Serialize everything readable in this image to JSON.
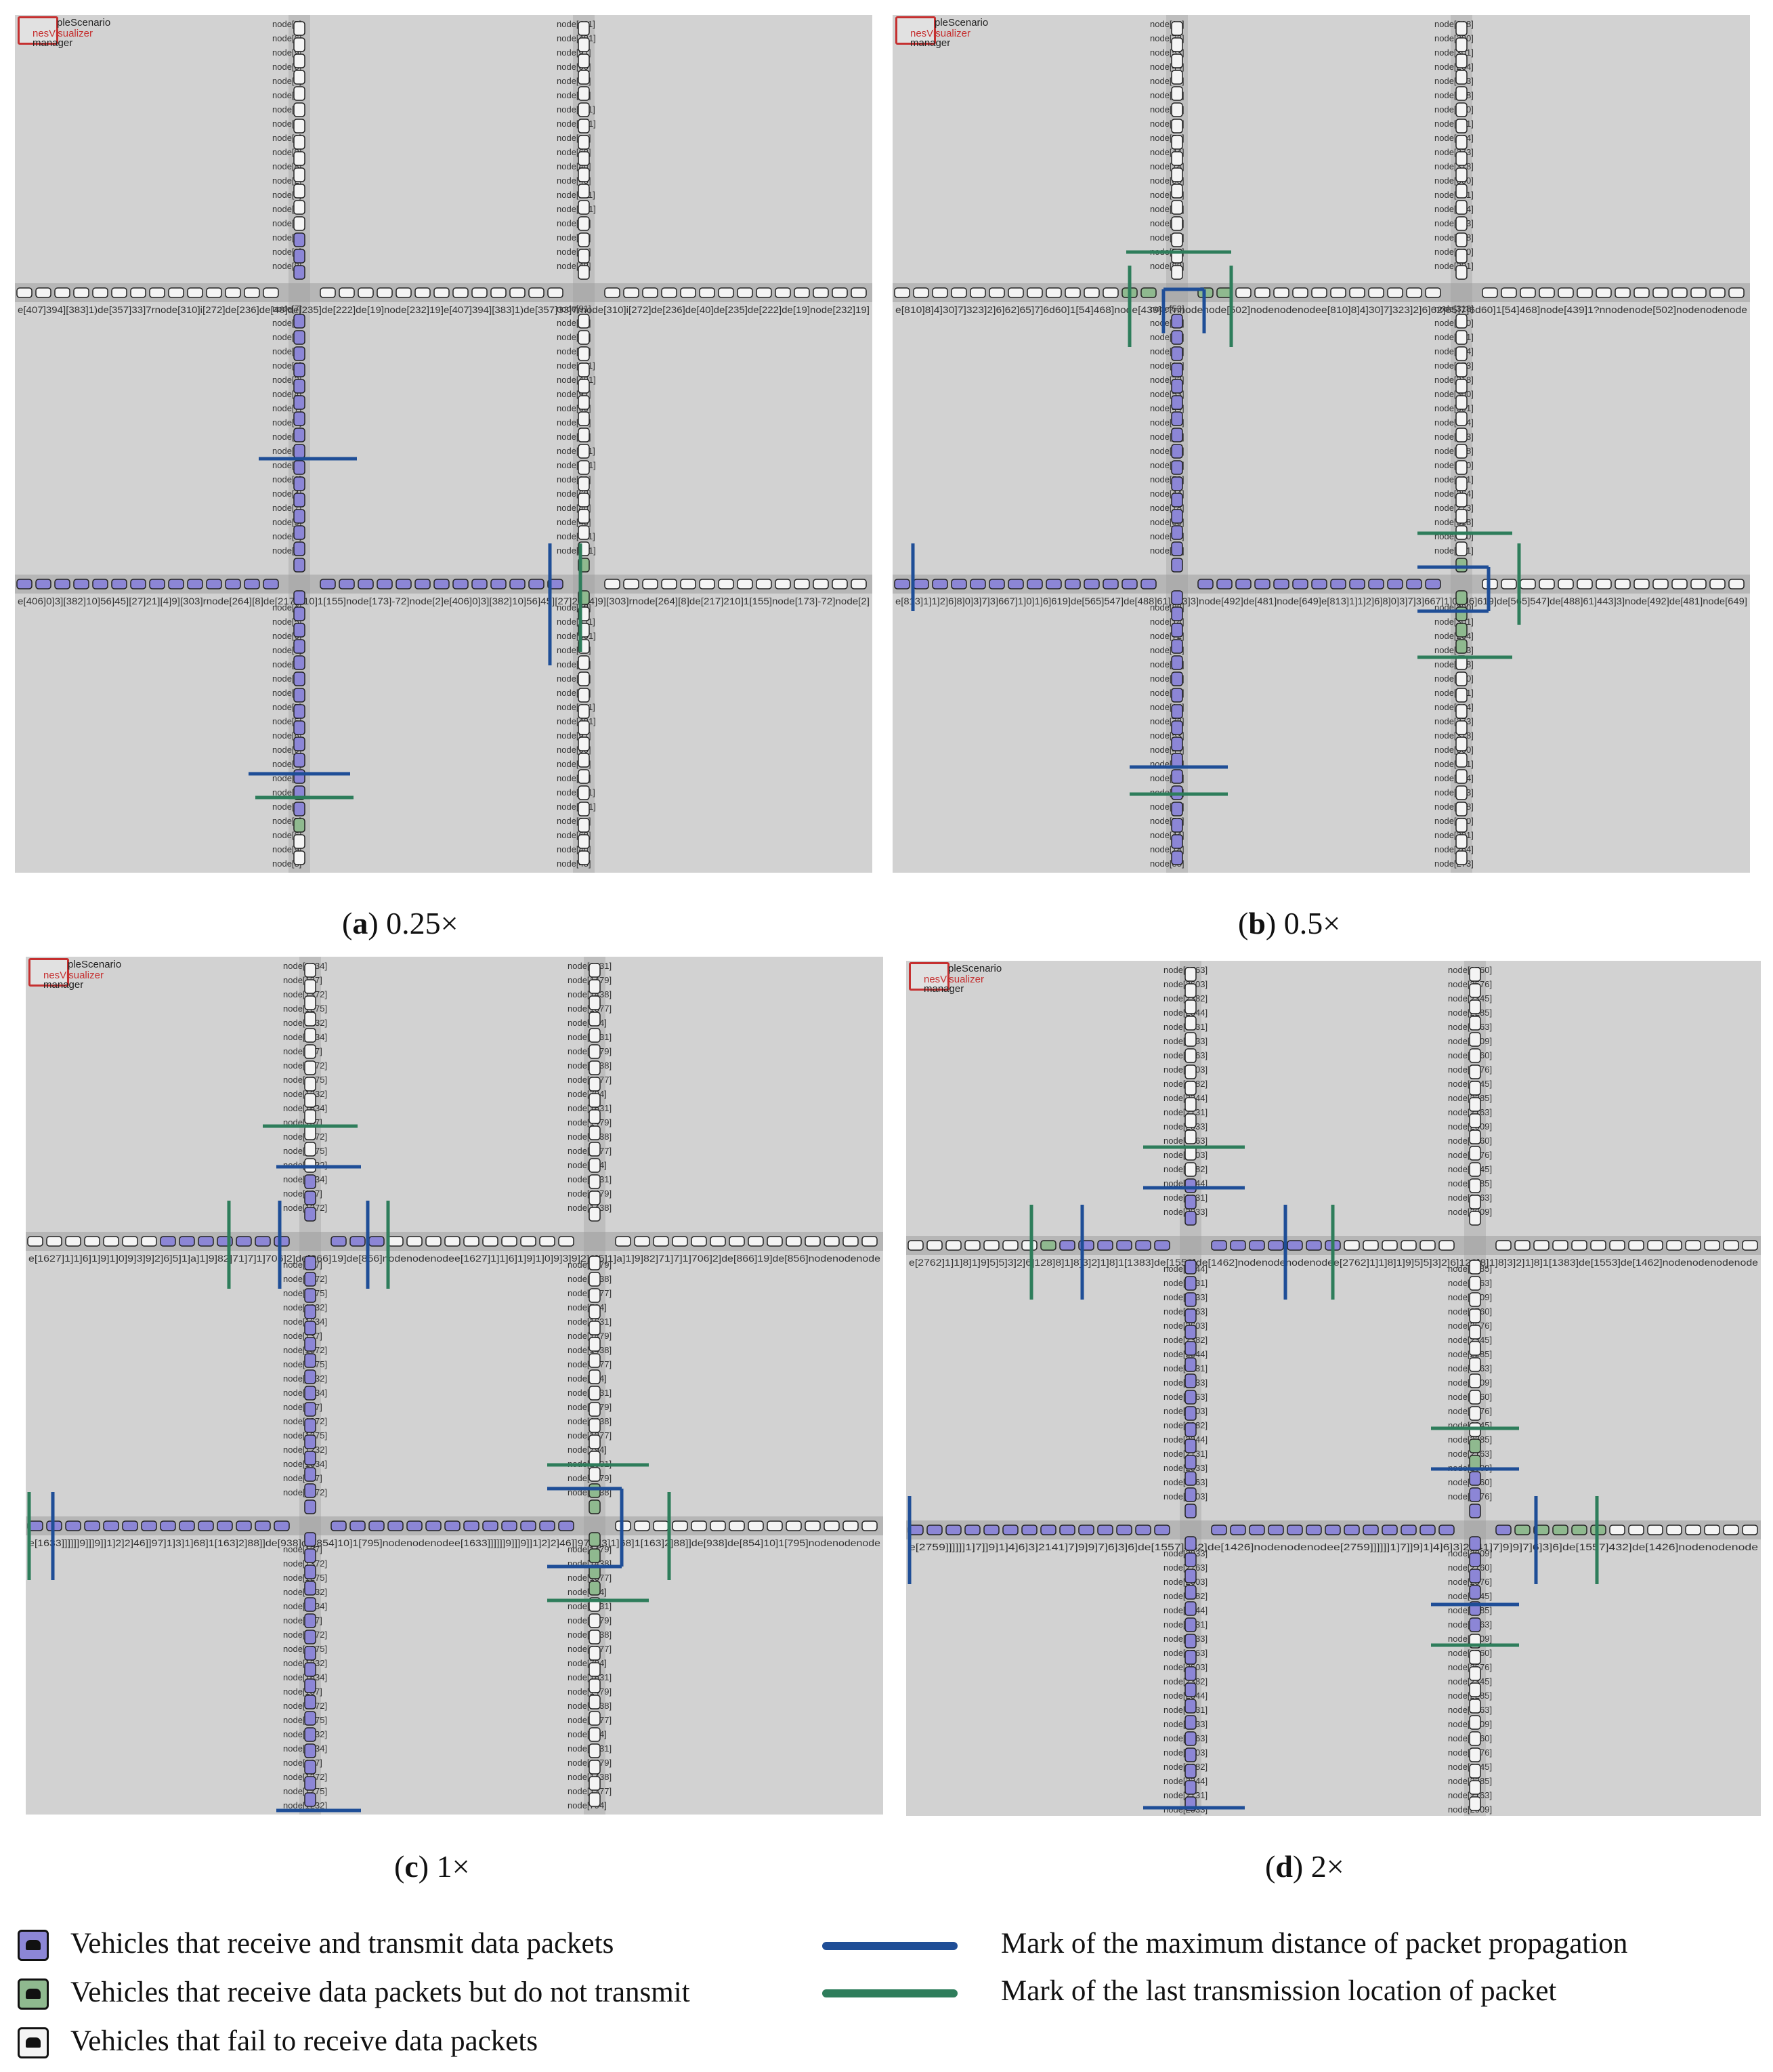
{
  "app": {
    "scenario_label": "pleScenario",
    "visualizer_label": "nesVisualizer",
    "manager_label": "manager"
  },
  "colors": {
    "panel_bg": "#d2d2d2",
    "road": "#9a9a9a",
    "vehicle_transmit": "#8c86d6",
    "vehicle_receive_only": "#8fb98f",
    "vehicle_fail": "#f4f4f4",
    "mark_max_distance": "#1f4e97",
    "mark_last_transmission": "#2e7d5b"
  },
  "panels": [
    {
      "id": "a",
      "letter": "a",
      "scale": "0.25×",
      "top_labels": [
        "node[5]",
        "node[6]",
        "node[9]",
        "node[8]",
        "node[2]",
        "node[4]",
        "node[7]"
      ],
      "right_labels": [
        "node[411]",
        "node[401]",
        "node[91]",
        "node[60]",
        "node[40]",
        "node[48]"
      ],
      "row1_label": "e[407]394][383]1)de[357]33]7rnode[310]i[272]de[236]de[40]de[235]de[222]de[19]node[232]19]",
      "row2_label": "e[406]0]3][382]10]56]45][27]21][4]9][303]rnode[264][8]de[217]210]1[155]node[173]-72]node[2]"
    },
    {
      "id": "b",
      "letter": "b",
      "scale": "0.5×",
      "top_labels": [
        "node[14]",
        "node[72]",
        "node[53]",
        "node[44]",
        "node[78]",
        "node[88]"
      ],
      "right_labels": [
        "node[318]",
        "node[300]",
        "node[301]",
        "node[264]",
        "node[273]"
      ],
      "row1_label": "e[810]8]4]30]7]323]2]6]62]65]7]6d60]1[54]468]node[439]1?nnodenode[502]nodenodenode",
      "row2_label": "e[813]1]1]2]6]8]0]3]7]3]667]1]0]1]6]619]de[565]547]de[488]61]443]3]node[492]de[481]node[649]"
    },
    {
      "id": "c",
      "letter": "c",
      "scale": "1×",
      "top_labels": [
        "node[1634]",
        "node[137]",
        "node[1372]",
        "node[1275]",
        "node[1232]"
      ],
      "right_labels": [
        "node[1631]",
        "node[1479]",
        "node[1438]",
        "node[1377]",
        "node[794]"
      ],
      "row1_label": "e[1627]1]1]6]1]9]1]0]9]3]9]2]6]5]1]a]1]9]82]71]7]1]706]2]de[866]19]de[856]nodenodenode",
      "row2_label": "e[1633]]]]]]9]]]9]]1]2]2]46]]97]1]3]1]68]1[163]2]88]]de[938]de[854]10]1[795]nodenodenode"
    },
    {
      "id": "d",
      "letter": "d",
      "scale": "2×",
      "top_labels": [
        "node[2763]",
        "node[2603]",
        "node[2382]",
        "node[2344]",
        "node[2131]",
        "node[2033]"
      ],
      "right_labels": [
        "node[2760]",
        "node[2576]",
        "node[2345]",
        "node[2285]",
        "node[2163]",
        "node[2009]"
      ],
      "row1_label": "e[2762]1]1]8]1]9]5]5]3]2]6]128]8]1]8]3]2]1]8]1[1383]de[1553]de[1462]nodenodenodenode",
      "row2_label": "e[2759]]]]]]1]7]]9]1]4]6]3]2141]7]9]9]7]6]3]6]de[1557]432]de[1426]nodenodenode"
    }
  ],
  "legend": {
    "transmit": "Vehicles that receive and transmit data packets",
    "receive_only": "Vehicles that receive data packets but do not transmit",
    "fail": "Vehicles that fail to receive data packets",
    "max_distance": "Mark of the maximum distance of packet propagation",
    "last_transmission": "Mark of the last transmission location of packet"
  }
}
